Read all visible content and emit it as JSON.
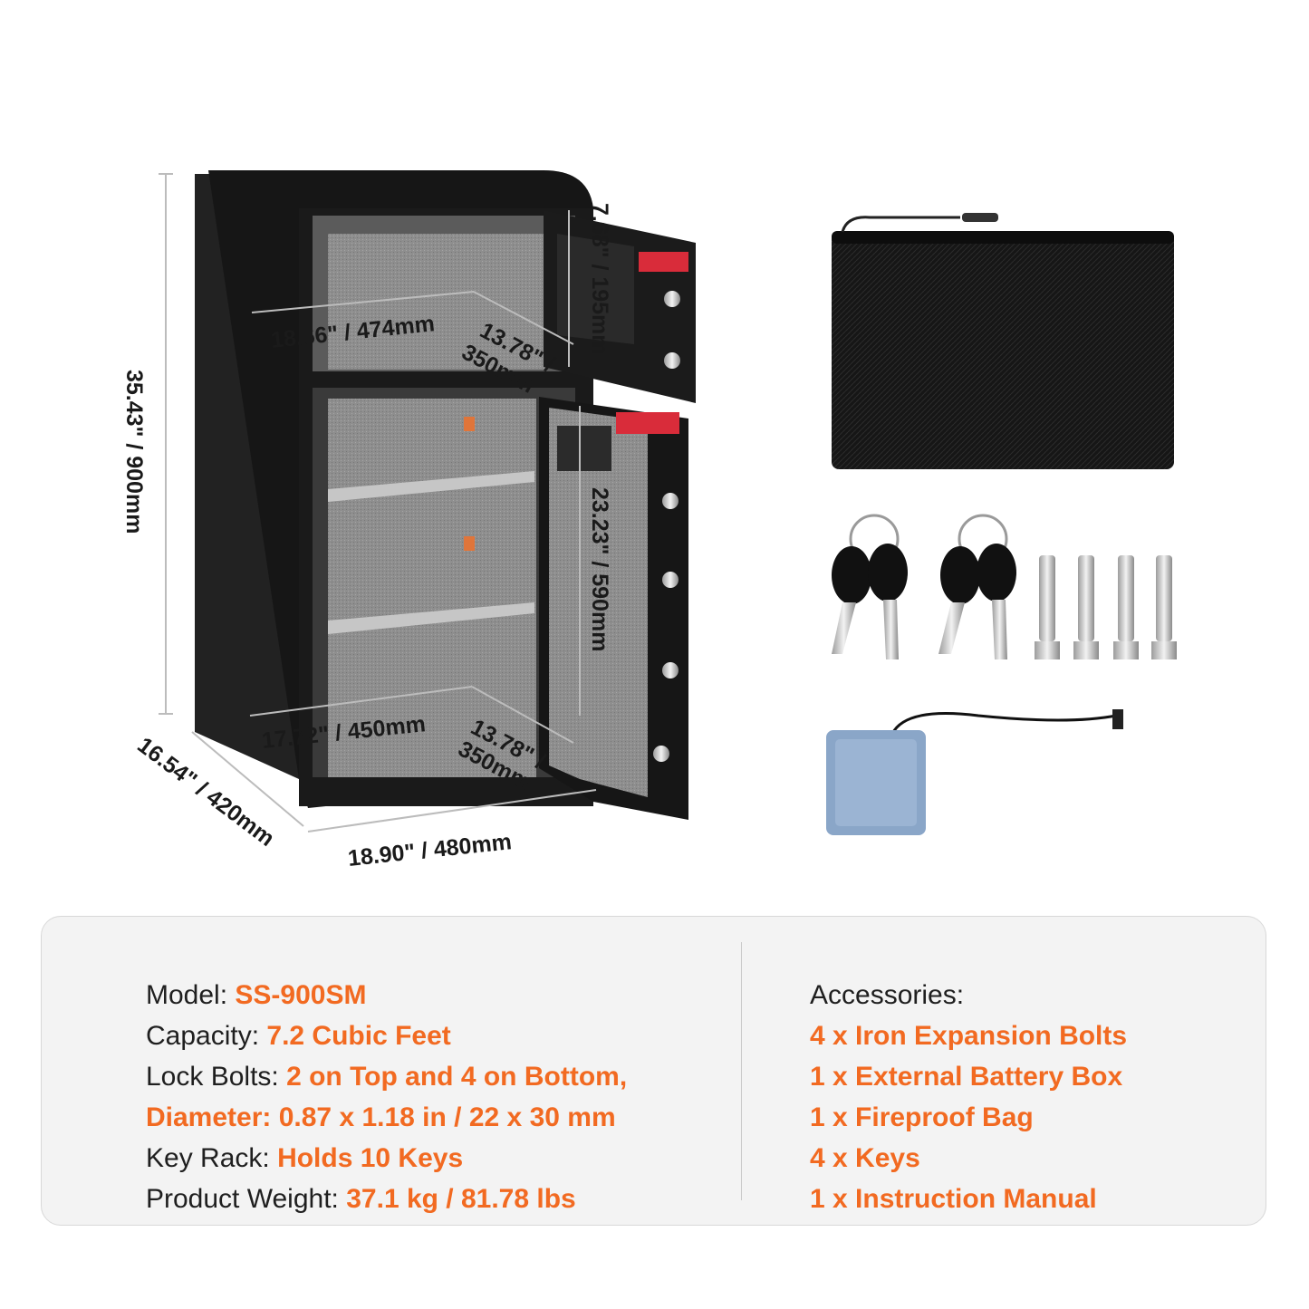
{
  "dimensions": {
    "height": "35.43\" / 900mm",
    "depth": "16.54\" / 420mm",
    "width": "18.90\" / 480mm",
    "top_width": "18.66\" / 474mm",
    "top_depth_line1": "13.78\" /",
    "top_depth_line2": "350mm",
    "top_height": "7.68\" / 195mm",
    "bottom_width": "17.72\" / 450mm",
    "bottom_depth_line1": "13.78\" /",
    "bottom_depth_line2": "350mm",
    "bottom_height": "23.23\" / 590mm"
  },
  "specs": [
    {
      "label": "Model: ",
      "value": "SS-900SM"
    },
    {
      "label": "Capacity: ",
      "value": "7.2 Cubic Feet"
    },
    {
      "label": "Lock Bolts: ",
      "value": "2 on Top and 4 on Bottom,"
    },
    {
      "label": "",
      "value": "Diameter: 0.87 x 1.18 in / 22 x 30 mm"
    },
    {
      "label": "Key Rack: ",
      "value": "Holds 10 Keys"
    },
    {
      "label": "Product Weight: ",
      "value": "37.1 kg / 81.78 lbs"
    }
  ],
  "accessories": {
    "title": "Accessories:",
    "items": [
      "4 x Iron Expansion Bolts",
      "1 x External Battery Box",
      "1 x Fireproof Bag",
      "4 x Keys",
      "1 x Instruction Manual"
    ]
  },
  "colors": {
    "accent": "#f26a21",
    "text": "#1f1f1f",
    "panel": "#f3f3f3"
  }
}
